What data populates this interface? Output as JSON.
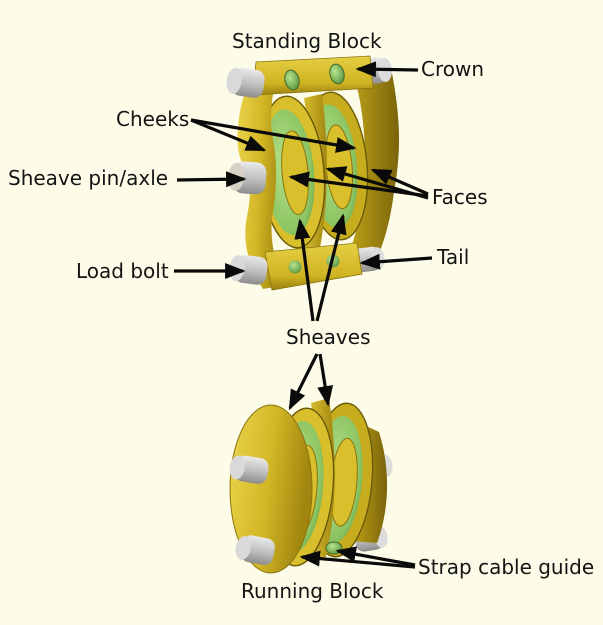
{
  "diagram": {
    "subject": "pulley-block-parts",
    "titles": {
      "standing_block": "Standing Block",
      "running_block": "Running Block"
    },
    "labels": {
      "crown": "Crown",
      "cheeks": "Cheeks",
      "sheave_pin_axle": "Sheave pin/axle",
      "faces": "Faces",
      "tail": "Tail",
      "load_bolt": "Load bolt",
      "sheaves": "Sheaves",
      "strap_cable_guide": "Strap cable guide"
    },
    "colors": {
      "background": "#fdfce8",
      "body_gold": "#d9bf2b",
      "body_gold_light": "#ecd64e",
      "body_gold_dark": "#8a7410",
      "sheave_green": "#93c86b",
      "sheave_green_dark": "#5c9638",
      "pin_gray": "#c9c9c9",
      "arrow_black": "#0a0a0a",
      "text": "#141414"
    }
  }
}
